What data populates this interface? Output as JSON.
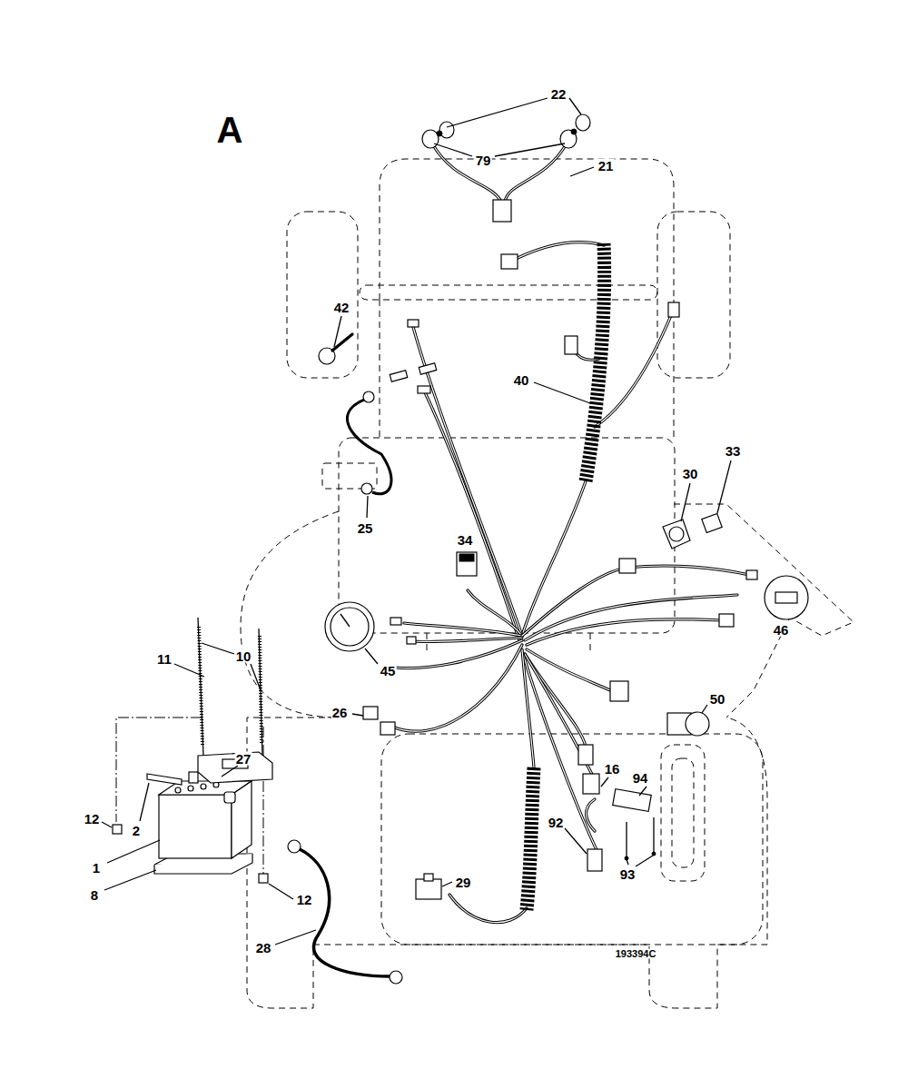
{
  "diagram": {
    "labels": [
      "A",
      "22",
      "79",
      "21",
      "42",
      "40",
      "30",
      "33",
      "34",
      "25",
      "45",
      "46",
      "10",
      "11",
      "27",
      "26",
      "16",
      "94",
      "50",
      "12",
      "2",
      "1",
      "8",
      "92",
      "29",
      "93",
      "12",
      "28",
      "193394C"
    ]
  }
}
